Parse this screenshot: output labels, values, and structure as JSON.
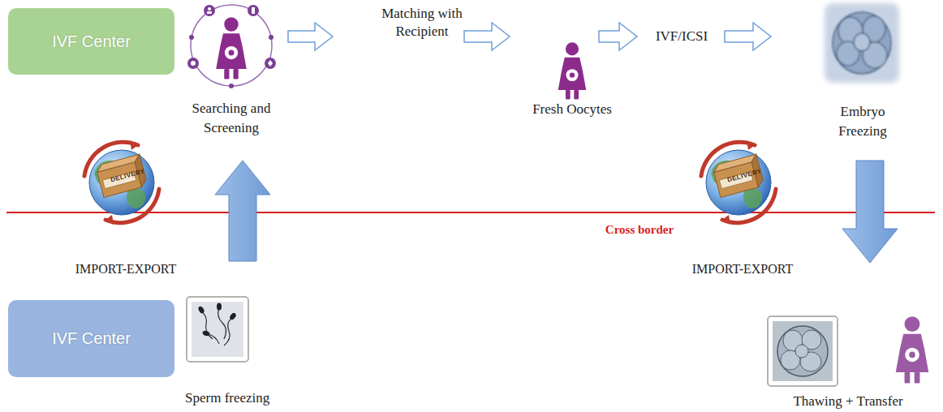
{
  "diagram": {
    "nodes": [
      {
        "text": [
          "IVF Center"
        ]
      },
      {
        "text": [
          "IVF Center"
        ]
      }
    ],
    "labels": [
      "Matching with Recipient",
      "IVF/ICSI",
      "Searching and Screening",
      "Fresh Oocytes",
      "Embryo Freezing",
      "Cross border",
      "DELIVERY",
      "IMPORT-EXPORT",
      "DELIVERY",
      "IMPORT-EXPORT",
      "Sperm freezing",
      "Thawing + Transfer"
    ]
  }
}
